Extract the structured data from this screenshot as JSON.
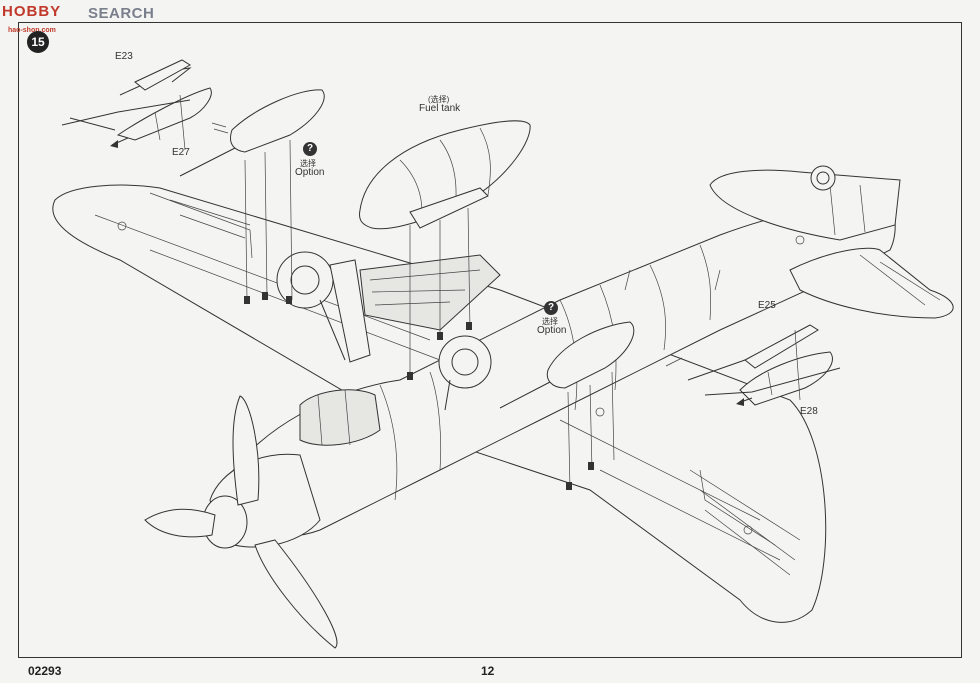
{
  "watermark": {
    "logo_text": "HOBBY",
    "search_text": "SEARCH",
    "domain_text": "hao-shop.com"
  },
  "step": {
    "number": "15"
  },
  "callouts": {
    "e23": "E23",
    "e27": "E27",
    "e25": "E25",
    "e28": "E28",
    "fuel_tank_cn": "(选择)",
    "fuel_tank": "Fuel tank",
    "option_mark": "?",
    "option1_cn": "选择",
    "option1": "Option",
    "option2_cn": "选择",
    "option2": "Option"
  },
  "footer": {
    "kit_number": "02293",
    "page_number": "12"
  }
}
